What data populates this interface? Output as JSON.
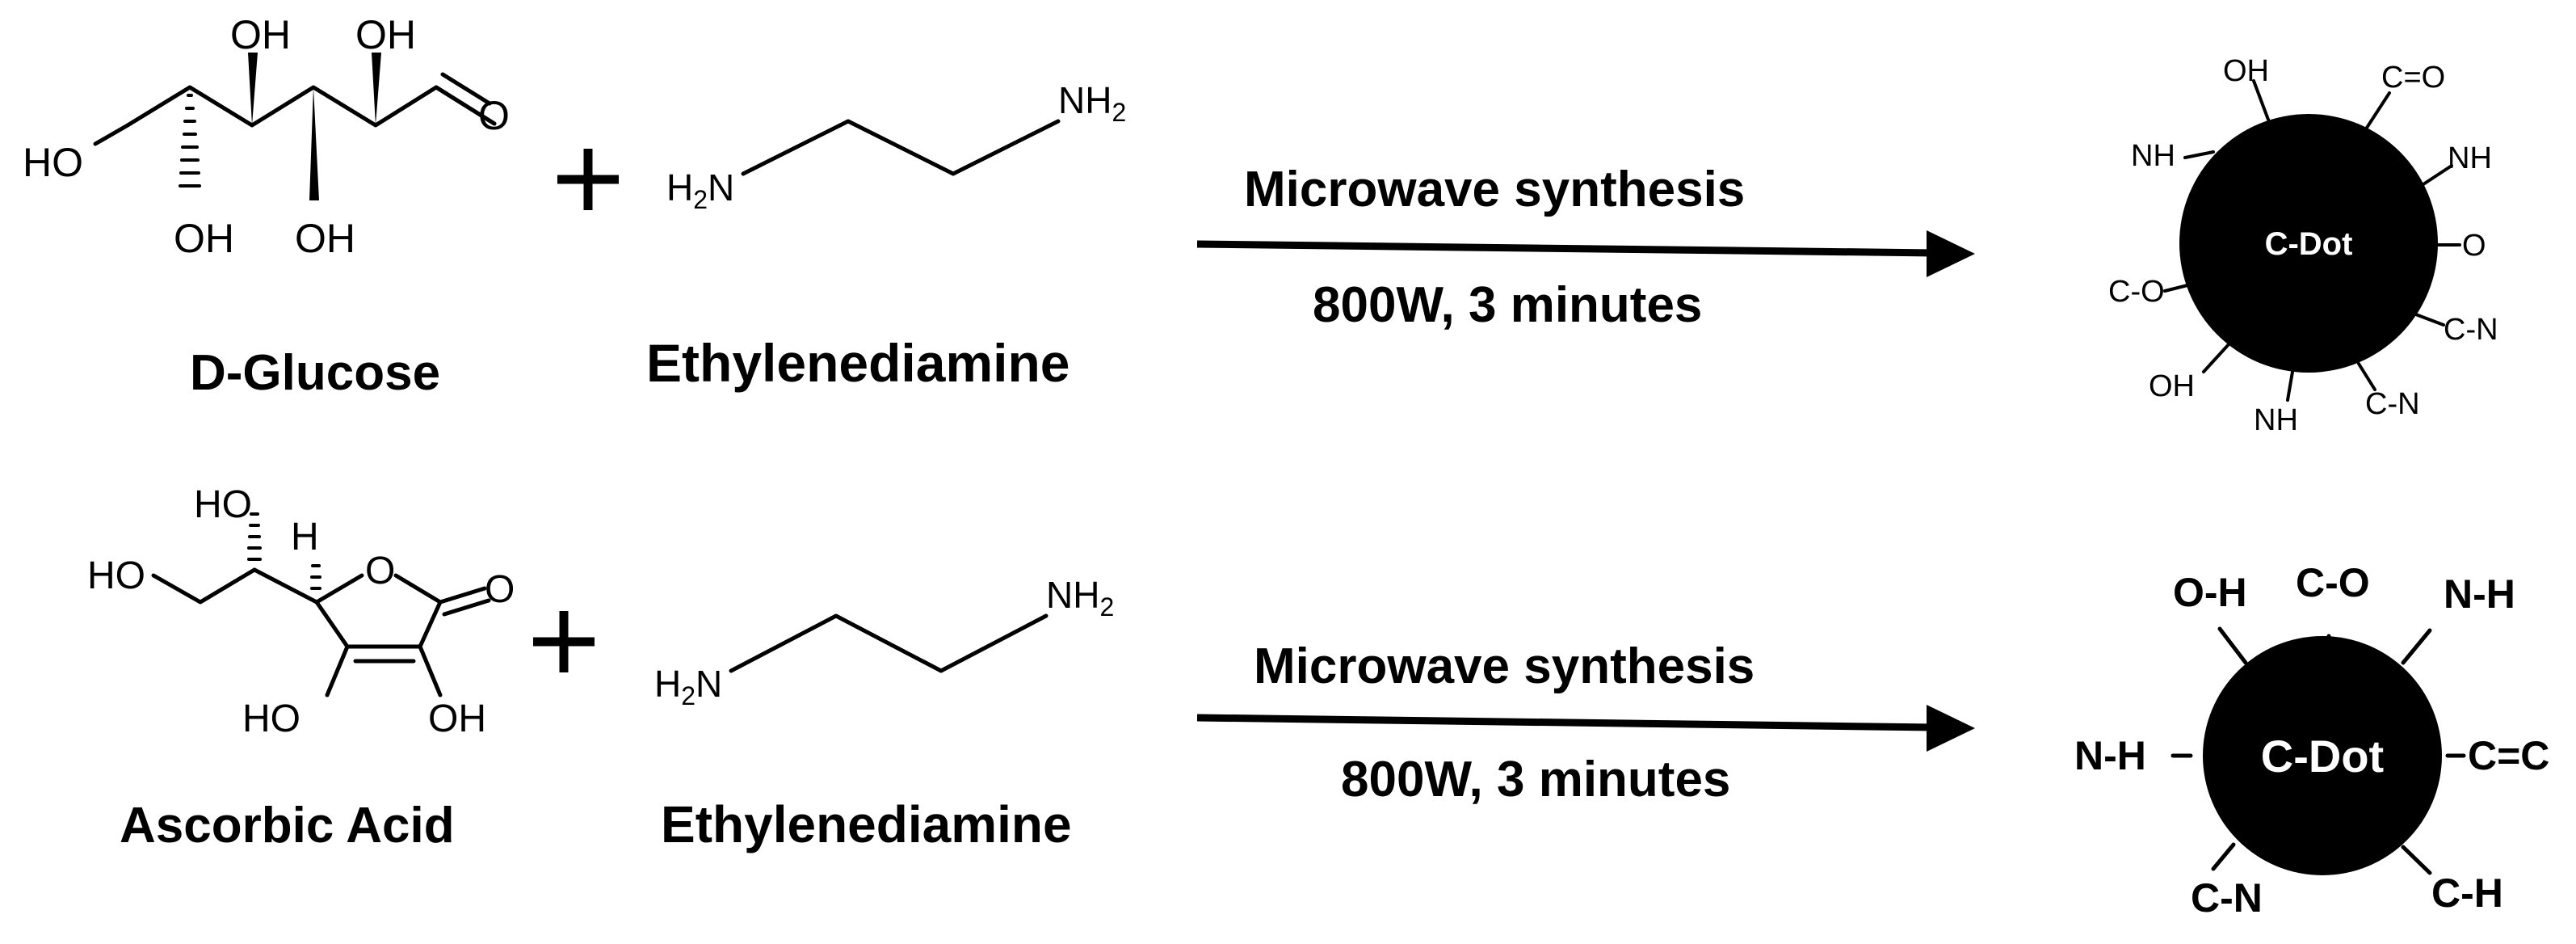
{
  "reactions": [
    {
      "reactant_1": {
        "name": "D-Glucose",
        "atoms": {
          "oh_top1": "OH",
          "oh_top2": "OH",
          "ho_left": "HO",
          "o_ald": "O",
          "oh_bot1": "OH",
          "oh_bot2": "OH"
        }
      },
      "reactant_2": {
        "name": "Ethylenediamine",
        "amine_left": "H2N",
        "amine_right": "NH2"
      },
      "conditions": {
        "method": "Microwave synthesis",
        "params": "800W, 3 minutes"
      },
      "product": {
        "core_label": "C-Dot",
        "groups": [
          "OH",
          "C=O",
          "NH",
          "NH",
          "O",
          "C-O",
          "C-N",
          "OH",
          "NH",
          "C-N"
        ]
      }
    },
    {
      "reactant_1": {
        "name": "Ascorbic Acid",
        "atoms": {
          "ho_top": "HO",
          "h_stereo": "H",
          "ho_left": "HO",
          "o_ring": "O",
          "o_carbonyl": "O",
          "ho_bot1": "HO",
          "oh_bot2": "OH"
        }
      },
      "reactant_2": {
        "name": "Ethylenediamine",
        "amine_left": "H2N",
        "amine_right": "NH2"
      },
      "conditions": {
        "method": "Microwave synthesis",
        "params": "800W, 3 minutes"
      },
      "product": {
        "core_label": "C-Dot",
        "groups": [
          "O-H",
          "C-O",
          "N-H",
          "N-H",
          "C=C",
          "C-N",
          "C-H"
        ]
      }
    }
  ],
  "plus_sign": "+",
  "colors": {
    "ink": "#000000",
    "background": "#ffffff",
    "dot_text": "#ffffff"
  }
}
